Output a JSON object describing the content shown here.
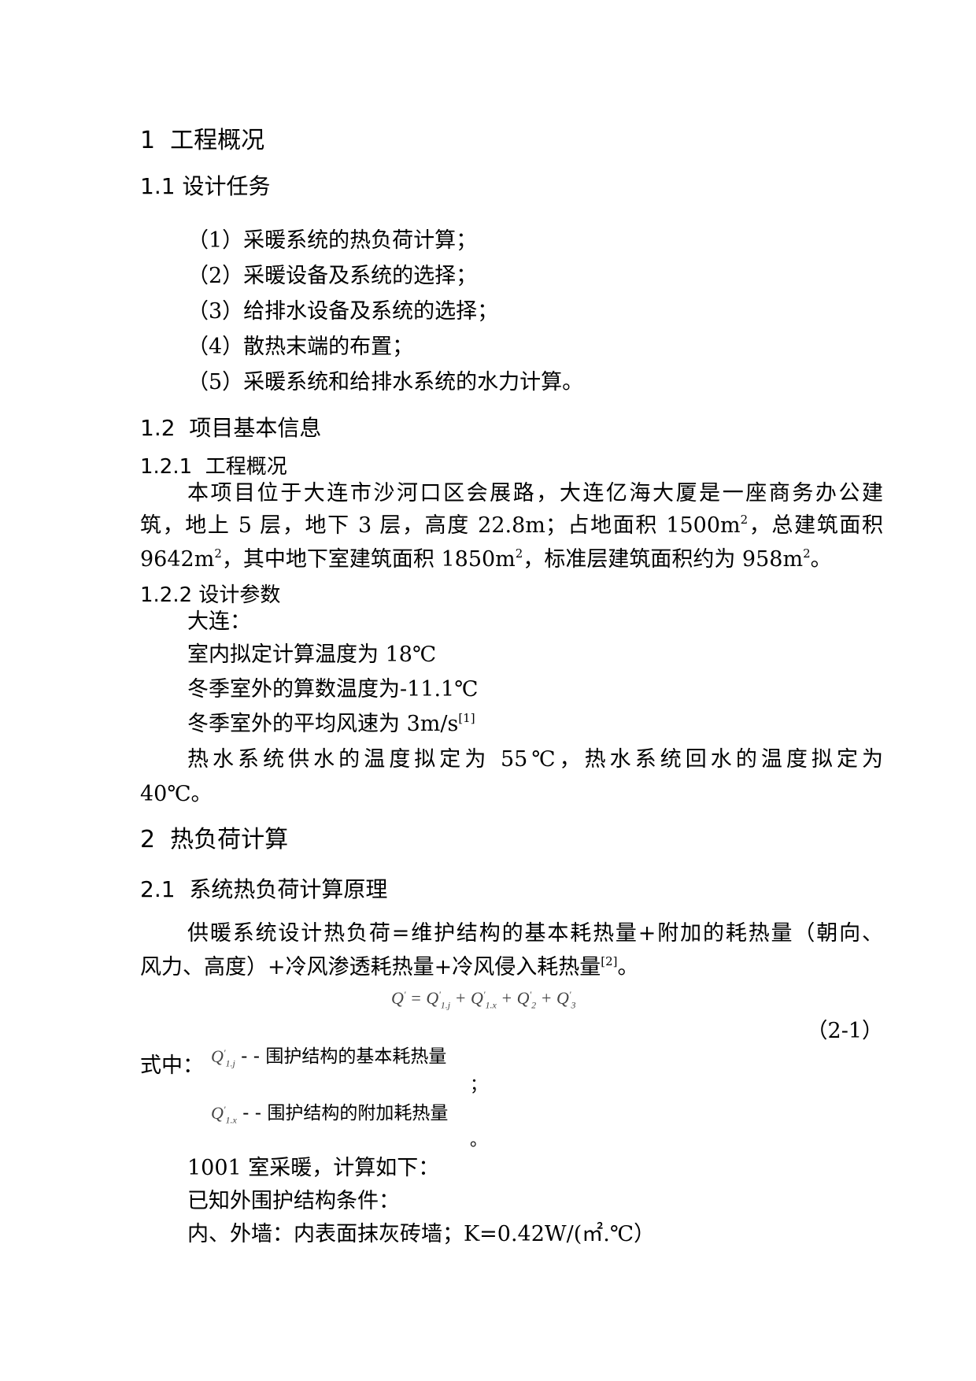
{
  "sec1": {
    "num": "1",
    "title": "工程概况"
  },
  "sec1_1": {
    "num": "1.1",
    "title": "设计任务"
  },
  "tasks": [
    "（1）采暖系统的热负荷计算；",
    "（2）采暖设备及系统的选择；",
    "（3）给排水设备及系统的选择；",
    "（4）散热末端的布置；",
    "（5）采暖系统和给排水系统的水力计算。"
  ],
  "sec1_2": {
    "num": "1.2",
    "title": "项目基本信息"
  },
  "sec1_2_1": {
    "num": "1.2.1",
    "title": "工程概况"
  },
  "overview": {
    "l1": "本项目位于大连市沙河口区会展路，大连亿海大厦是一座商务办公建",
    "l2a": "筑，地上 5 层，地下 3 层，高度 22.8m；占地面积 1500m",
    "l2b": "，总建筑面积",
    "l3a": "9642m",
    "l3b": "，其中地下室建筑面积 1850m",
    "l3c": "，标准层建筑面积约为 958m",
    "l3d": "。",
    "sup": "2"
  },
  "sec1_2_2": {
    "num": "1.2.2",
    "title": "设计参数"
  },
  "params": {
    "city": "大连：",
    "indoor": "室内拟定计算温度为 18℃",
    "outdoor": "冬季室外的算数温度为-11.1℃",
    "wind": "冬季室外的平均风速为 3m/s",
    "wind_ref": "[1]",
    "water_l1": "热水系统供水的温度拟定为 55℃，热水系统回水的温度拟定为",
    "water_l2": "40℃。"
  },
  "sec2": {
    "num": "2",
    "title": "热负荷计算"
  },
  "sec2_1": {
    "num": "2.1",
    "title": "系统热负荷计算原理"
  },
  "principle": {
    "l1": "供暖系统设计热负荷=维护结构的基本耗热量+附加的耗热量（朝向、",
    "l2": "风力、高度）+冷风渗透耗热量+冷风侵入耗热量",
    "ref": "[2]",
    "end": "。"
  },
  "formula": {
    "lhs": "Q",
    "prime": "'",
    "eq": " = ",
    "t1": "Q",
    "t1sub": "1.j",
    "plus": " + ",
    "t2": "Q",
    "t2sub": "1.x",
    "t3": "Q",
    "t3sub": "2",
    "t4": "Q",
    "t4sub": "3",
    "num": "（2-1）"
  },
  "where": {
    "label": "式中：",
    "s1": "Q",
    "s1sub": "1.j",
    "d1": "- - 围护结构的基本耗热量",
    "p1": "；",
    "s2": "Q",
    "s2sub": "1.x",
    "d2": "- - 围护结构的附加耗热量",
    "p2": "。"
  },
  "room": {
    "l1": "1001 室采暖，计算如下：",
    "l2": "已知外围护结构条件：",
    "l3": "内、外墙：内表面抹灰砖墙；K=0.42W/(㎡.℃）"
  }
}
